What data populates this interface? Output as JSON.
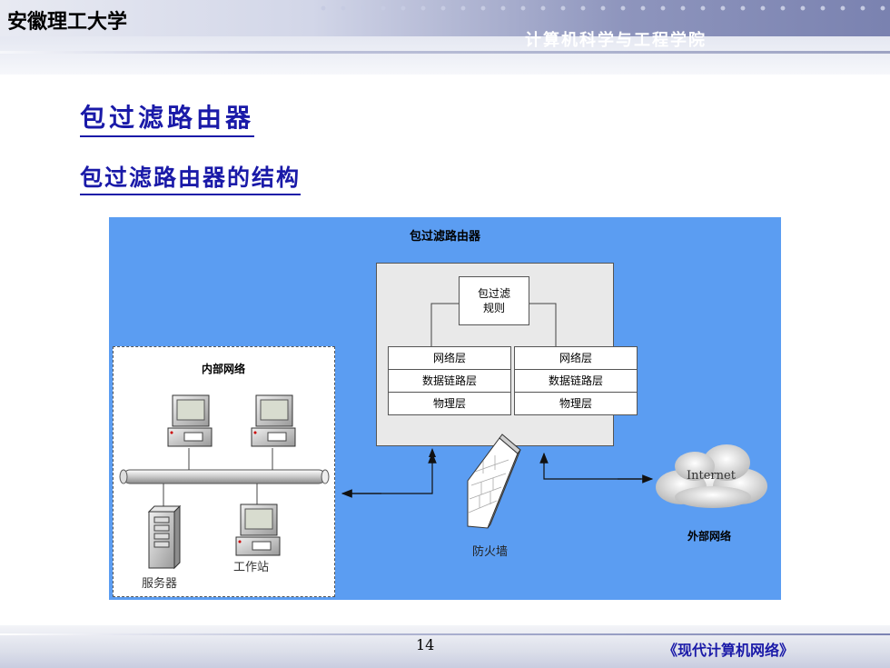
{
  "header": {
    "university": "安徽理工大学",
    "department": "计算机科学与工程学院"
  },
  "slide": {
    "title": "包过滤路由器",
    "subtitle": "包过滤路由器的结构",
    "page_number": "14",
    "footer_book": "《现代计算机网络》"
  },
  "diagram": {
    "title": "包过滤路由器",
    "rules_label": "包过滤\n规则",
    "left_stack": [
      "网络层",
      "数据链路层",
      "物理层"
    ],
    "right_stack": [
      "网络层",
      "数据链路层",
      "物理层"
    ],
    "internal_network": "内部网络",
    "workstation_label": "工作站",
    "server_label": "服务器",
    "firewall_label": "防火墙",
    "internet_label": "Internet",
    "external_network": "外部网络"
  },
  "colors": {
    "title_blue": "#1a1aa8",
    "diagram_background": "#5b9df2"
  }
}
